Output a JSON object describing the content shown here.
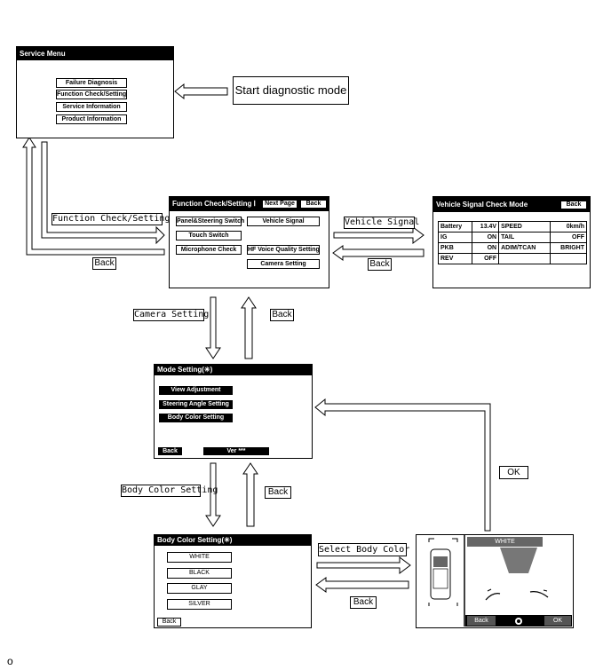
{
  "service_menu": {
    "title": "Service Menu",
    "items": [
      "Failure Diagnosis",
      "Function Check/Setting",
      "Service Information",
      "Product Information"
    ]
  },
  "start_label": "Start diagnostic mode",
  "function_check": {
    "title": "Function Check/Setting Ⅰ",
    "next_page": "Next Page",
    "back": "Back",
    "buttons": {
      "panel": "Panel&Steering Switch",
      "vehicle_signal": "Vehicle Signal",
      "touch": "Touch Switch",
      "microphone": "Microphone Check",
      "hf_voice": "HF Voice Quality Setting",
      "camera": "Camera Setting"
    }
  },
  "vehicle_signal": {
    "title": "Vehicle Signal Check Mode",
    "back": "Back",
    "rows": [
      [
        "Battery",
        "13.4V",
        "SPEED",
        "0km/h"
      ],
      [
        "IG",
        "ON",
        "TAIL",
        "OFF"
      ],
      [
        "PKB",
        "ON",
        "ADIM/TCAN",
        "BRIGHT"
      ],
      [
        "REV",
        "OFF",
        "",
        ""
      ]
    ]
  },
  "mode_setting": {
    "title": "Mode Setting(✳)",
    "items": [
      "View Adjustment",
      "Steering Angle Setting",
      "Body Color Setting"
    ],
    "back": "Back",
    "version": "Ver ***"
  },
  "body_color": {
    "title": "Body Color Setting(✳)",
    "colors": [
      "WHITE",
      "BLACK",
      "GLAY",
      "SILVER"
    ],
    "back": "Back"
  },
  "camera_view": {
    "header": "WHITE",
    "back": "Back",
    "ok": "OK"
  },
  "labels": {
    "function_check_setting": "Function Check/Setting",
    "back_1": "Back",
    "vehicle_signal": "Vehicle Signal",
    "back_2": "Back",
    "camera_setting": "Camera Setting",
    "back_3": "Back",
    "body_color_setting": "Body Color Setting",
    "back_4": "Back",
    "select_body_color": "Select Body Color",
    "back_5": "Back",
    "ok": "OK"
  },
  "footnote": "o"
}
